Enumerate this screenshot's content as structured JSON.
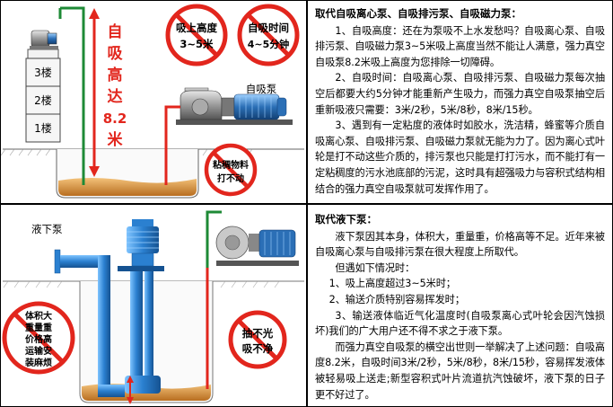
{
  "top_diagram": {
    "floors": [
      "3楼",
      "2楼",
      "1楼"
    ],
    "vertical_label": [
      "自",
      "吸",
      "高",
      "达",
      "8.2",
      "米"
    ],
    "sign_height": [
      "吸上高度",
      "3~5米"
    ],
    "sign_time": [
      "自吸时间",
      "4~5分钟"
    ],
    "sign_viscous": [
      "粘稠物料",
      "打不动"
    ],
    "pump_label": "自吸泵",
    "colors": {
      "red": "#e2261d",
      "green": "#1e8a36",
      "pump_blue": "#2b6fb6",
      "tank": "#c98a3a"
    }
  },
  "top_text": {
    "title": "取代自吸离心泵、自吸排污泵、自吸磁力泵：",
    "paragraphs": [
      "1、自吸高度：还在为泵吸不上水发愁吗？自吸离心泵、自吸排污泵、自吸磁力泵3~5米吸上高度当然不能让人满意，强力真空自吸泵8.2米吸上高度为您排除一切障碍。",
      "2、自吸时间：自吸离心泵、自吸排污泵、自吸磁力泵每次抽空后都要大约5分钟才能重新产生吸力，而强力真空自吸泵抽空后重新吸液只需要：3米/2秒，5米/8秒，8米/15秒。",
      "3、遇到有一定粘度的液体时如胶水，洗洁精，蜂蜜等介质自吸离心泵、自吸排污泵、自吸磁力泵就无能为力了。因为离心式叶轮是打不动这些介质的，排污泵也只能是打打污水，而不能打有一定粘稠度的污水池底部的污泥，这时具有超强吸力与容积式结构相结合的强力真空自吸泵就可发挥作用了。"
    ]
  },
  "bottom_diagram": {
    "pump_label": "液下泵",
    "sign_bulky": [
      "体积大",
      "重量重",
      "价格高",
      "运输安",
      "装麻烦"
    ],
    "sign_suction": [
      "抽不光",
      "吸不净"
    ]
  },
  "bottom_text": {
    "title": "取代液下泵：",
    "intro": "液下泵因其本身，体积大，重量重，价格高等不足。近年来被自吸离心泵与自吸排污泵在很大程度上所取代。",
    "lead": "但遇如下情况时：",
    "items": [
      "1、吸上高度超过3~5米时；",
      "2、输送介质特别容易挥发时；",
      "3、输送液体临近气化温度时(自吸泵离心式叶轮会因汽蚀损坏)我们的广大用户还不得不求之于液下泵。"
    ],
    "closing": "而强力真空自吸泵的横空出世则一举解决了上述问题：自吸高度8.2米，自吸时间3米/2秒，5米/8秒，8米/15秒，容易挥发液体被轻易吸上送走;新型容积式叶片流道抗汽蚀破坏，液下泵的日子更不好过了。"
  }
}
